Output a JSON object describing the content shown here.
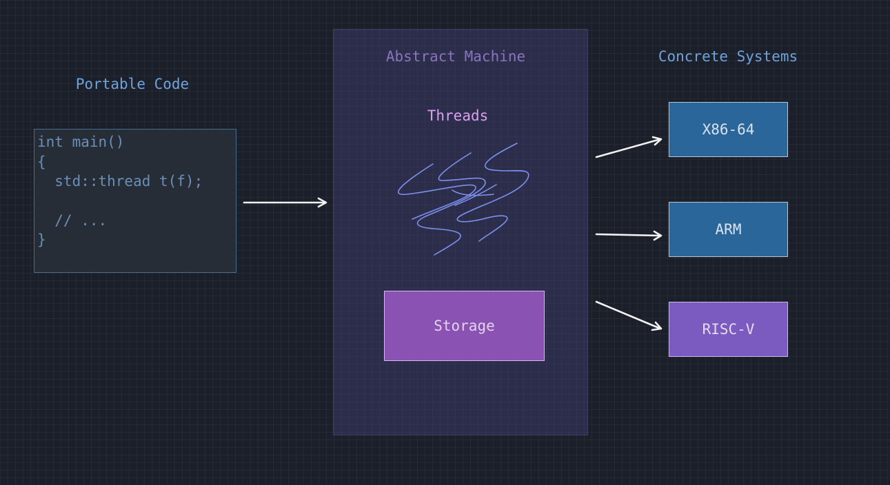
{
  "headings": {
    "portable_code": "Portable Code",
    "abstract_machine": "Abstract Machine",
    "concrete_systems": "Concrete Systems",
    "threads": "Threads"
  },
  "code_lines": [
    "int main()",
    "{",
    "  std::thread t(f);",
    "",
    "  // ...",
    "}"
  ],
  "storage_label": "Storage",
  "systems": [
    {
      "label": "X86-64",
      "color": "#2b669b"
    },
    {
      "label": "ARM",
      "color": "#2b669b"
    },
    {
      "label": "RISC-V",
      "color": "#7b5bbf"
    }
  ],
  "colors": {
    "background": "#1b1f29",
    "portable_heading": "#6fa3dd",
    "machine_heading": "#b99af0",
    "threads_heading": "#d8a0ef",
    "thread_scribbles": "#7e92f0",
    "storage": "#8a53b3",
    "arrows": "#f2f2f2"
  }
}
